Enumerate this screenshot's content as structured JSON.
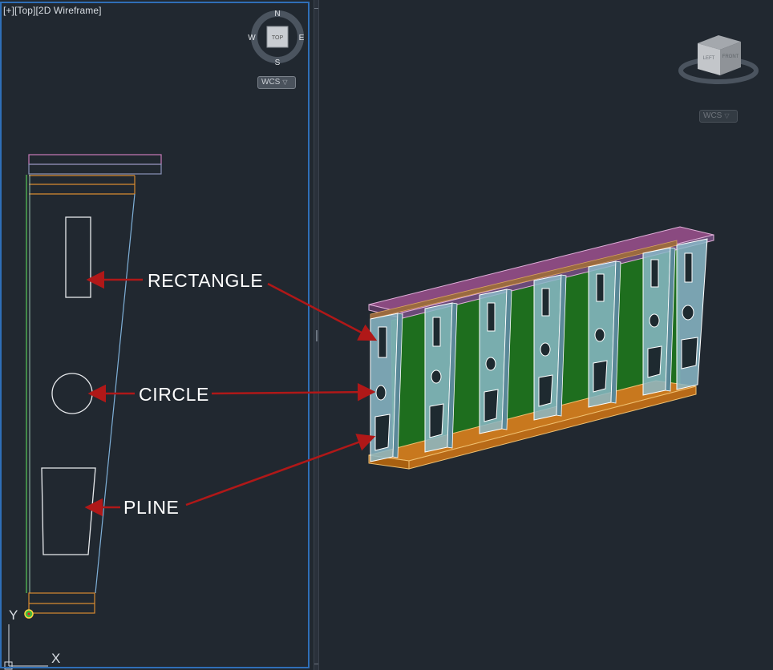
{
  "left_viewport": {
    "controls": {
      "plus": "[+]",
      "view": "[Top]",
      "visual_style": "[2D Wireframe]"
    },
    "compass": {
      "north": "N",
      "south": "S",
      "east": "E",
      "west": "W",
      "center": "TOP"
    },
    "wcs_label": "WCS",
    "ucs": {
      "x_label": "X",
      "y_label": "Y"
    }
  },
  "right_viewport": {
    "viewcube": {
      "face_left": "LEFT",
      "face_front": "FRONT"
    },
    "wcs_label": "WCS"
  },
  "callouts": {
    "rectangle": "RECTANGLE",
    "circle": "CIRCLE",
    "pline": "PLINE"
  },
  "colors": {
    "background": "#212830",
    "active_viewport_border": "#2f6fb7",
    "arrow": "#b01818",
    "panel_fill": "#8ab8c8",
    "web_green": "#1e6e1e",
    "base_orange": "#c8781e",
    "top_magenta": "#c060b0",
    "outline_green": "#55c055",
    "outline_orange": "#d88a30",
    "outline_pink": "#c87ab8",
    "outline_lightblue": "#7fb0d8"
  }
}
